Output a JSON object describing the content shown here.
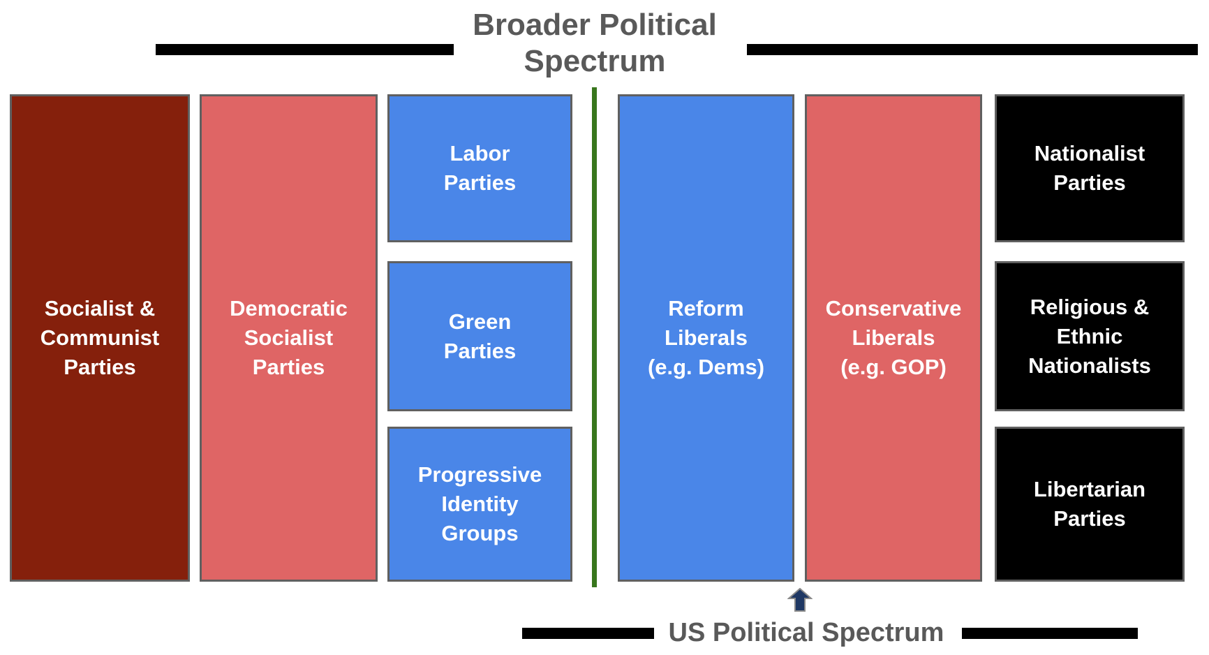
{
  "title": {
    "text": "Broader Political\nSpectrum"
  },
  "broader_spectrum": {
    "socialist_communist": {
      "label": "Socialist &\nCommunist\nParties",
      "color": "#85200C"
    },
    "democratic_socialist": {
      "label": "Democratic\nSocialist\nParties",
      "color": "#DF6565"
    },
    "left_stack": {
      "color": "#4A86E8",
      "labor": {
        "label": "Labor\nParties"
      },
      "green": {
        "label": "Green\nParties"
      },
      "progressive": {
        "label": "Progressive\nIdentity\nGroups"
      }
    },
    "reform_liberals": {
      "label": "Reform\nLiberals\n(e.g. Dems)",
      "color": "#4A86E8"
    },
    "conservative_liberals": {
      "label": "Conservative\nLiberals\n(e.g. GOP)",
      "color": "#DF6565"
    },
    "right_stack": {
      "color": "#000000",
      "nationalist": {
        "label": "Nationalist\nParties"
      },
      "religious_ethnic": {
        "label": "Religious &\nEthnic\nNationalists"
      },
      "libertarian": {
        "label": "Libertarian\nParties"
      }
    }
  },
  "us_spectrum": {
    "label": "US Political Spectrum"
  },
  "icons": {
    "up_arrow": "⬆"
  },
  "colors": {
    "dark_red": "#85200C",
    "salmon_red": "#DF6565",
    "cornflower_blue": "#4A86E8",
    "stack_black": "#000000",
    "green_divider": "#38761D",
    "arrow_navy": "#1F3864",
    "heading_gray": "#595959",
    "box_border_gray": "#606060",
    "bar_black": "#000000"
  }
}
